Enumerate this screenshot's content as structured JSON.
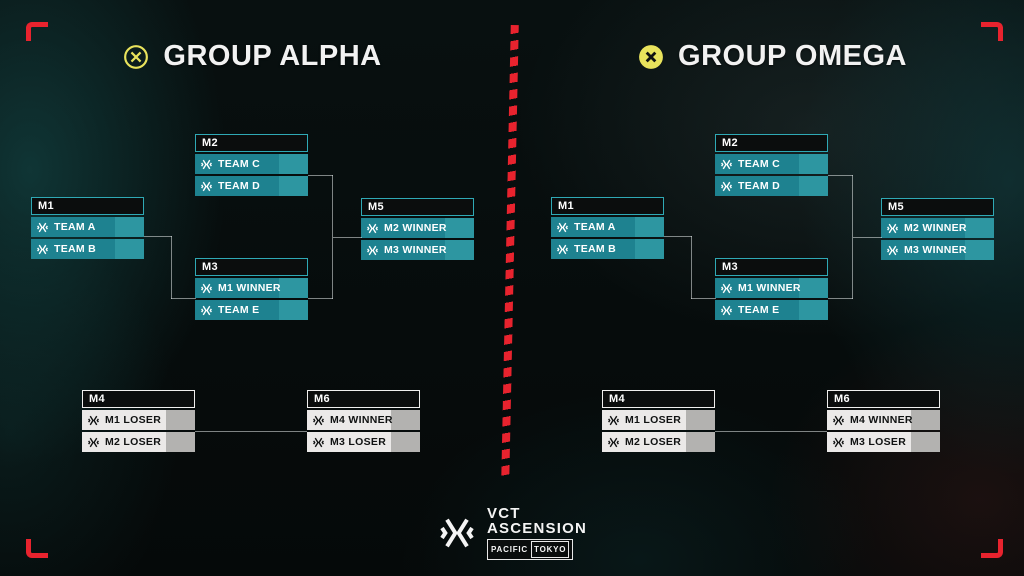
{
  "groups": [
    {
      "title": "GROUP ALPHA",
      "icon": "x-circle-outline-icon",
      "matches": [
        {
          "id": "M1",
          "variant": "teal",
          "slots": [
            "TEAM A",
            "TEAM B"
          ]
        },
        {
          "id": "M2",
          "variant": "teal",
          "slots": [
            "TEAM C",
            "TEAM D"
          ]
        },
        {
          "id": "M3",
          "variant": "teal",
          "slots": [
            "M1 WINNER",
            "TEAM E"
          ]
        },
        {
          "id": "M4",
          "variant": "light",
          "slots": [
            "M1 LOSER",
            "M2 LOSER"
          ]
        },
        {
          "id": "M5",
          "variant": "teal",
          "slots": [
            "M2 WINNER",
            "M3 WINNER"
          ]
        },
        {
          "id": "M6",
          "variant": "light",
          "slots": [
            "M4 WINNER",
            "M3 LOSER"
          ]
        }
      ]
    },
    {
      "title": "GROUP OMEGA",
      "icon": "x-circle-filled-icon",
      "matches": [
        {
          "id": "M1",
          "variant": "teal",
          "slots": [
            "TEAM A",
            "TEAM B"
          ]
        },
        {
          "id": "M2",
          "variant": "teal",
          "slots": [
            "TEAM C",
            "TEAM D"
          ]
        },
        {
          "id": "M3",
          "variant": "teal",
          "slots": [
            "M1 WINNER",
            "TEAM E"
          ]
        },
        {
          "id": "M4",
          "variant": "light",
          "slots": [
            "M1 LOSER",
            "M2 LOSER"
          ]
        },
        {
          "id": "M5",
          "variant": "teal",
          "slots": [
            "M2 WINNER",
            "M3 WINNER"
          ]
        },
        {
          "id": "M6",
          "variant": "light",
          "slots": [
            "M4 WINNER",
            "M3 LOSER"
          ]
        }
      ]
    }
  ],
  "footer": {
    "line1": "VCT",
    "line2": "ASCENSION",
    "badge": [
      "PACIFIC",
      "TOKYO"
    ]
  },
  "colors": {
    "accent_red": "#e8232e",
    "accent_yellow": "#e9e35c",
    "teal_row": "#1e8290",
    "teal_score": "#2d96a1",
    "teal_border": "#2fa9b5",
    "light_row": "#ebe9e8",
    "light_score": "#b3b2b0",
    "header_bg": "#0b0d0d",
    "connector": "#dfe6e6"
  }
}
